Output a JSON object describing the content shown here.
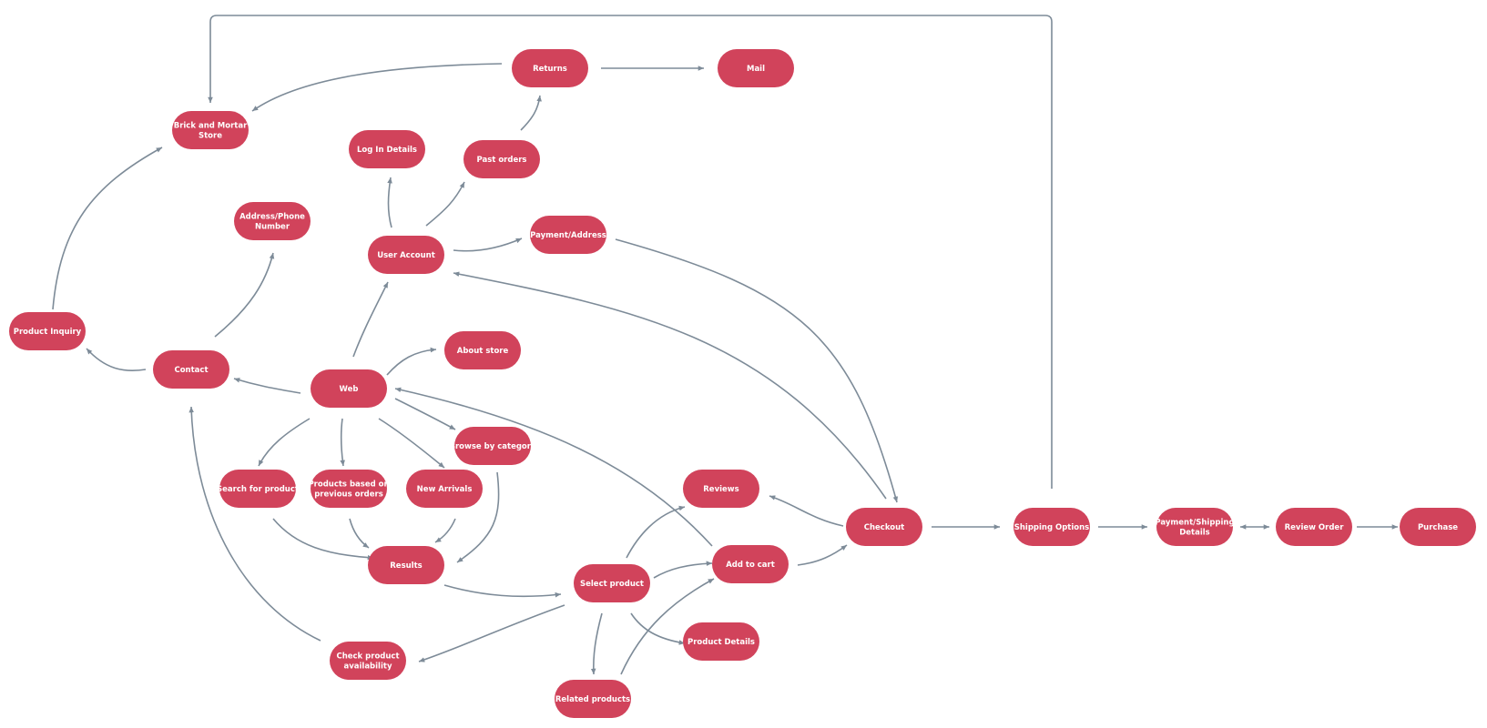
{
  "colors": {
    "node_fill": "#d1435b",
    "node_text": "#ffffff",
    "edge": "#7d8b98",
    "background": "#ffffff"
  },
  "nodes": [
    {
      "id": "returns",
      "label": [
        "Returns"
      ]
    },
    {
      "id": "mail",
      "label": [
        "Mail"
      ]
    },
    {
      "id": "brick",
      "label": [
        "Brick and Mortar",
        "Store"
      ]
    },
    {
      "id": "login",
      "label": [
        "Log In Details"
      ]
    },
    {
      "id": "pastorders",
      "label": [
        "Past orders"
      ]
    },
    {
      "id": "address",
      "label": [
        "Address/Phone",
        "Number"
      ]
    },
    {
      "id": "useraccount",
      "label": [
        "User Account"
      ]
    },
    {
      "id": "payaddr",
      "label": [
        "Payment/Address"
      ]
    },
    {
      "id": "inquiry",
      "label": [
        "Product Inquiry"
      ]
    },
    {
      "id": "contact",
      "label": [
        "Contact"
      ]
    },
    {
      "id": "web",
      "label": [
        "Web"
      ]
    },
    {
      "id": "about",
      "label": [
        "About store"
      ]
    },
    {
      "id": "browse",
      "label": [
        "Browse by category"
      ]
    },
    {
      "id": "search",
      "label": [
        "Search for product"
      ]
    },
    {
      "id": "prevorders",
      "label": [
        "Products based on",
        "previous orders"
      ]
    },
    {
      "id": "newarrivals",
      "label": [
        "New Arrivals"
      ]
    },
    {
      "id": "results",
      "label": [
        "Results"
      ]
    },
    {
      "id": "reviews",
      "label": [
        "Reviews"
      ]
    },
    {
      "id": "addtocart",
      "label": [
        "Add to cart"
      ]
    },
    {
      "id": "select",
      "label": [
        "Select product"
      ]
    },
    {
      "id": "details",
      "label": [
        "Product Details"
      ]
    },
    {
      "id": "checkavail",
      "label": [
        "Check product",
        "availability"
      ]
    },
    {
      "id": "related",
      "label": [
        "Related products"
      ]
    },
    {
      "id": "checkout",
      "label": [
        "Checkout"
      ]
    },
    {
      "id": "shipping",
      "label": [
        "Shipping Options"
      ]
    },
    {
      "id": "payship",
      "label": [
        "Payment/Shipping",
        "Details"
      ]
    },
    {
      "id": "review",
      "label": [
        "Review Order"
      ]
    },
    {
      "id": "purchase",
      "label": [
        "Purchase"
      ]
    }
  ],
  "edges": [
    {
      "from": "shipping",
      "to": "brick"
    },
    {
      "from": "returns",
      "to": "brick"
    },
    {
      "from": "returns",
      "to": "mail"
    },
    {
      "from": "pastorders",
      "to": "returns"
    },
    {
      "from": "useraccount",
      "to": "login"
    },
    {
      "from": "useraccount",
      "to": "pastorders"
    },
    {
      "from": "useraccount",
      "to": "payaddr"
    },
    {
      "from": "payaddr",
      "to": "checkout"
    },
    {
      "from": "checkout",
      "to": "useraccount"
    },
    {
      "from": "inquiry",
      "to": "brick"
    },
    {
      "from": "contact",
      "to": "address"
    },
    {
      "from": "contact",
      "to": "inquiry"
    },
    {
      "from": "web",
      "to": "useraccount"
    },
    {
      "from": "web",
      "to": "about"
    },
    {
      "from": "web",
      "to": "contact"
    },
    {
      "from": "web",
      "to": "browse"
    },
    {
      "from": "web",
      "to": "search"
    },
    {
      "from": "web",
      "to": "prevorders"
    },
    {
      "from": "web",
      "to": "newarrivals"
    },
    {
      "from": "addtocart",
      "to": "web"
    },
    {
      "from": "search",
      "to": "results"
    },
    {
      "from": "prevorders",
      "to": "results"
    },
    {
      "from": "newarrivals",
      "to": "results"
    },
    {
      "from": "browse",
      "to": "results"
    },
    {
      "from": "results",
      "to": "select"
    },
    {
      "from": "select",
      "to": "reviews"
    },
    {
      "from": "select",
      "to": "addtocart"
    },
    {
      "from": "select",
      "to": "details"
    },
    {
      "from": "select",
      "to": "related"
    },
    {
      "from": "select",
      "to": "checkavail"
    },
    {
      "from": "related",
      "to": "addtocart"
    },
    {
      "from": "checkavail",
      "to": "contact"
    },
    {
      "from": "addtocart",
      "to": "checkout"
    },
    {
      "from": "checkout",
      "to": "reviews"
    },
    {
      "from": "checkout",
      "to": "shipping"
    },
    {
      "from": "shipping",
      "to": "payship"
    },
    {
      "from": "payship",
      "to": "review",
      "bidirectional": true
    },
    {
      "from": "review",
      "to": "purchase"
    }
  ]
}
